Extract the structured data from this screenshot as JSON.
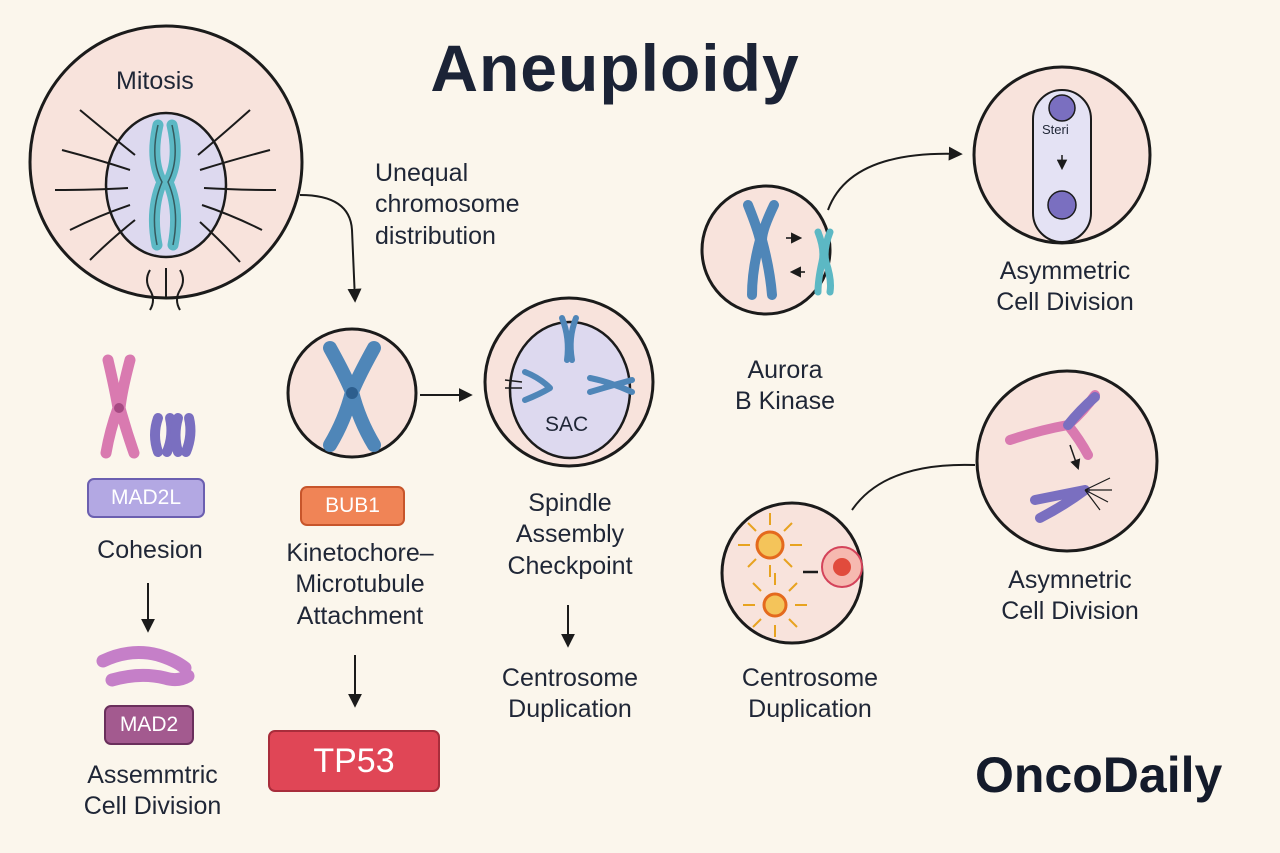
{
  "title": "Aneuploidy",
  "brand": "OncoDaily",
  "labels": {
    "mitosis": "Mitosis",
    "unequal_1": "Unequal",
    "unequal_2": "chromosome",
    "unequal_3": "distribution",
    "sac": "SAC",
    "steri": "Steri",
    "aurora_1": "Aurora",
    "aurora_2": "B Kinase",
    "asym_top_1": "Asymmetric",
    "asym_top_2": "Cell Division",
    "cohesion": "Cohesion",
    "assem_1": "Assemmtric",
    "assem_2": "Cell Division",
    "kineto_1": "Kinetochore–",
    "kineto_2": "Microtubule",
    "kineto_3": "Attachment",
    "spindle_1": "Spindle",
    "spindle_2": "Assembly",
    "spindle_3": "Checkpoint",
    "centro_mid_1": "Centrosome",
    "centro_mid_2": "Duplication",
    "centro_right_1": "Centrosome",
    "centro_right_2": "Duplication",
    "asym_bottom_1": "Asymnetric",
    "asym_bottom_2": "Cell Division"
  },
  "badges": {
    "mad2l": "MAD2L",
    "mad2": "MAD2",
    "bub1": "BUB1",
    "tp53": "TP53"
  },
  "colors": {
    "background": "#fbf6ec",
    "cell_fill": "#f8e3dc",
    "outline": "#1b1b1b",
    "chromosome_blue": "#4f86b8",
    "chromosome_teal": "#5cb8c4",
    "chromosome_pink": "#d97ab0",
    "chromosome_purple": "#7a6fc0",
    "badge_mad2l": "#9c8fd8",
    "badge_mad2": "#9a4f86",
    "badge_bub1": "#ee7a4c",
    "badge_tp53": "#e04656"
  }
}
